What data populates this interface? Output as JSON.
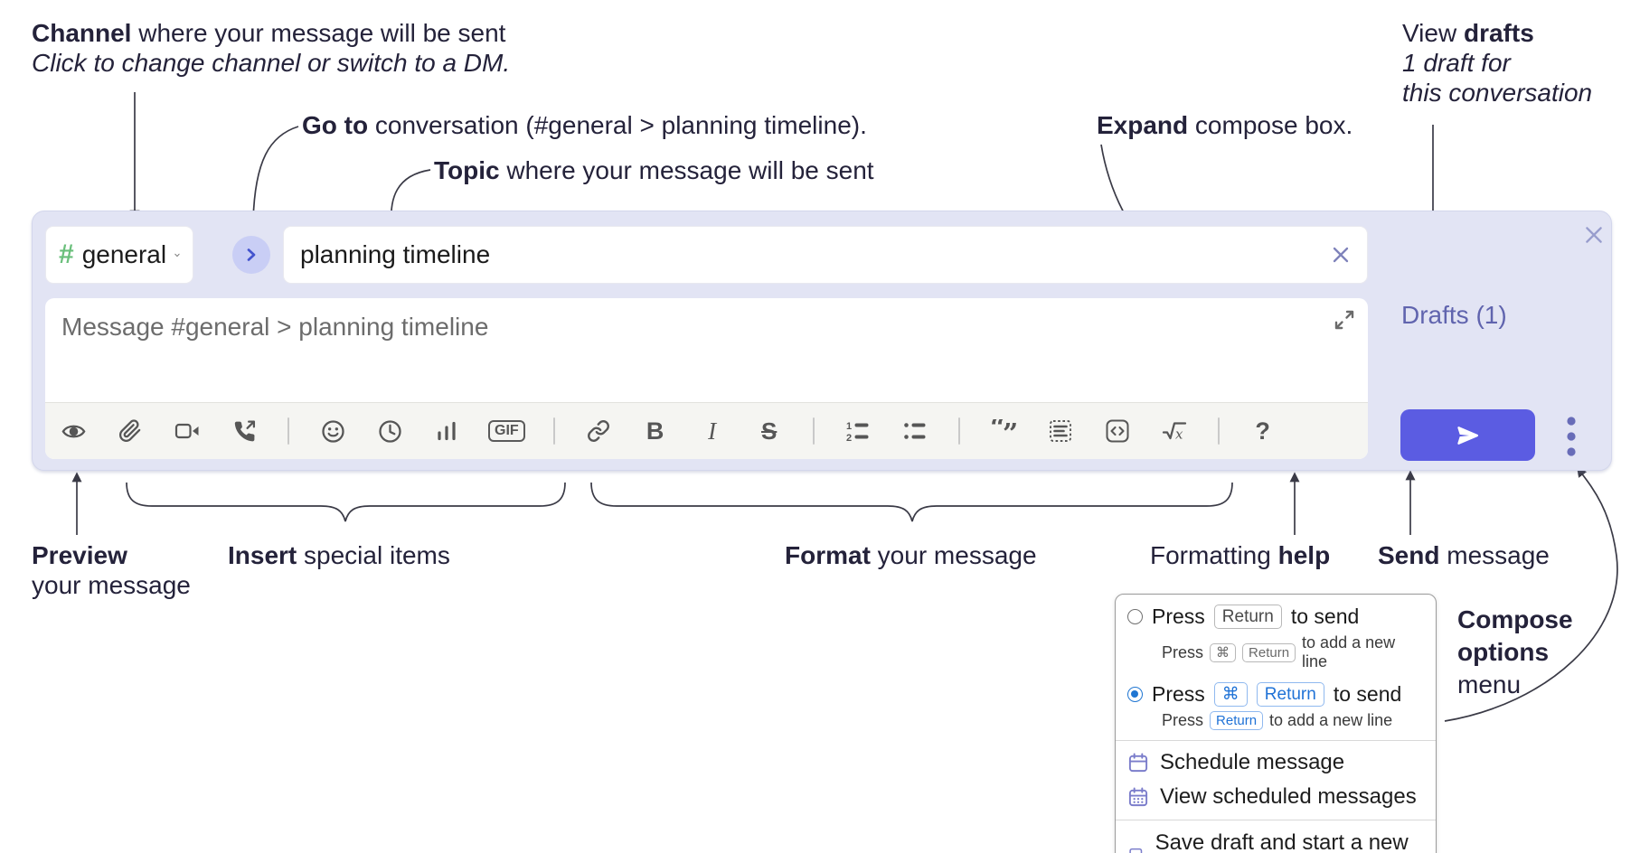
{
  "annotations": {
    "channel": {
      "bold": "Channel",
      "rest": " where your message will be sent",
      "sub": "Click to change channel or switch to a DM."
    },
    "goto": {
      "bold": "Go to",
      "rest": " conversation (#general > planning timeline)."
    },
    "topic": {
      "bold": "Topic",
      "rest": " where your message will be sent"
    },
    "expand": {
      "bold": "Expand",
      "rest": " compose box."
    },
    "view_drafts": {
      "pre": "View ",
      "bold": "drafts",
      "line2": "1 draft for",
      "line3": "this conversation"
    },
    "preview": {
      "bold": "Preview",
      "line2": "your message"
    },
    "insert": {
      "bold": "Insert",
      "rest": " special items"
    },
    "format": {
      "bold": "Format",
      "rest": " your message"
    },
    "formatting_help": {
      "pre": "Formatting ",
      "bold": "help"
    },
    "send": {
      "bold": "Send",
      "rest": " message"
    },
    "compose_options": {
      "bold1": "Compose",
      "bold2": "options",
      "line3": "menu"
    }
  },
  "composer": {
    "channel": {
      "hash": "#",
      "name": "general"
    },
    "topic": {
      "value": "planning timeline"
    },
    "message": {
      "placeholder": "Message #general > planning timeline"
    },
    "drafts_link": "Drafts (1)",
    "toolbar": {
      "bold": "B",
      "italic": "I",
      "strike": "S",
      "gif": "GIF",
      "help": "?",
      "formula_x": "x",
      "ol1": "1",
      "ol2": "2"
    }
  },
  "options_menu": {
    "option_return": {
      "press": "Press",
      "key1": "Return",
      "suffix": "to send",
      "sub_press": "Press",
      "sub_key1": "⌘",
      "sub_key2": "Return",
      "sub_suffix": "to add a new line"
    },
    "option_cmd_return": {
      "press": "Press",
      "key1": "⌘",
      "key2": "Return",
      "suffix": "to send",
      "sub_press": "Press",
      "sub_key1": "Return",
      "sub_suffix": "to add a new line"
    },
    "items": [
      {
        "label": "Schedule message"
      },
      {
        "label": "View scheduled messages"
      },
      {
        "label": "Save draft and start a new message"
      }
    ]
  },
  "colors": {
    "composer_bg": "#e2e4f4",
    "send_button": "#5b5ce2",
    "drafts_link": "#6064ae",
    "hash_green": "#6abf7b",
    "goto_circle_bg": "#c9cef5",
    "goto_chevron": "#4353ce",
    "radio_selected": "#2076d2",
    "keycap_blue": "#1f72d6",
    "menu_icon_purple": "#7b7dcb"
  }
}
